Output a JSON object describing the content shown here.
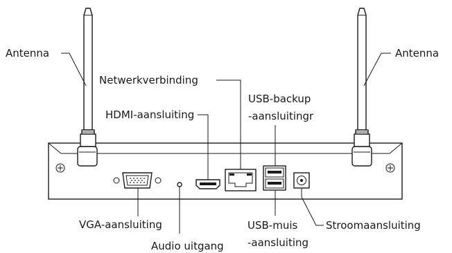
{
  "labels": {
    "antenna_left": "Antenna",
    "antenna_right": "Antenna",
    "network": "Netwerkverbinding",
    "usb_backup_line1": "USB-backup",
    "usb_backup_line2": "-aansluitingr",
    "hdmi": "HDMI-aansluiting",
    "vga": "VGA-aansluiting",
    "audio": "Audio uitgang",
    "usb_mouse_line1": "USB-muis",
    "usb_mouse_line2": "-aansluiting",
    "power": "Stroomaansluiting"
  },
  "colors": {
    "line": "#1a1a1a",
    "background": "#ffffff"
  }
}
